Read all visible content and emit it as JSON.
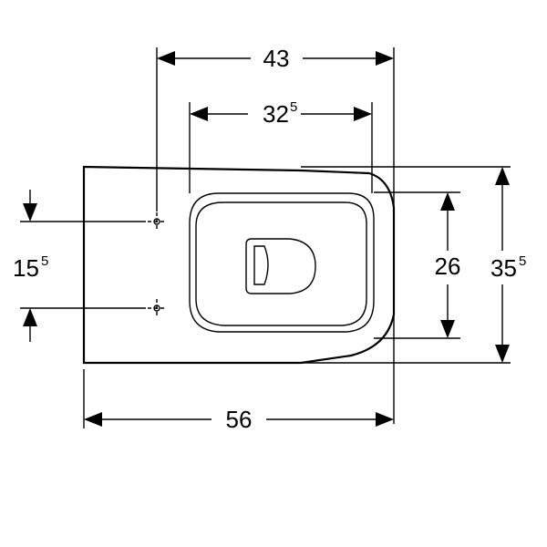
{
  "drawing": {
    "dimensions": {
      "top_outer": {
        "value": "43"
      },
      "top_inner": {
        "value": "32",
        "superscript": "5"
      },
      "overall_length": {
        "value": "56"
      },
      "inner_height": {
        "value": "26"
      },
      "outer_height": {
        "value": "35",
        "superscript": "5"
      },
      "fixing_distance": {
        "value": "15",
        "superscript": "5"
      }
    },
    "colors": {
      "line": "#000000",
      "background": "#ffffff"
    }
  }
}
